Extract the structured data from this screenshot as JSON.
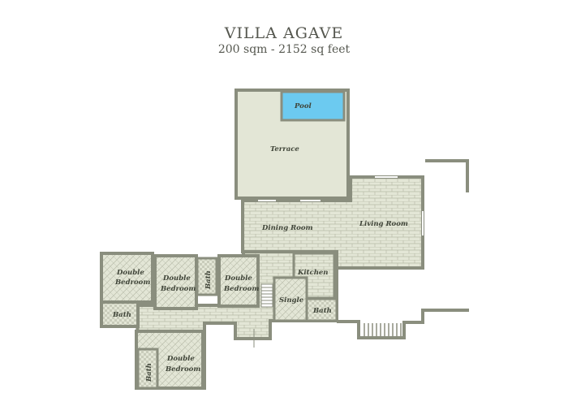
{
  "header": {
    "title": "VILLA AGAVE",
    "subtitle": "200 sqm - 2152 sq feet"
  },
  "labels": {
    "pool": "Pool",
    "terrace": "Terrace",
    "dining": "Dining Room",
    "living": "Living Room",
    "kitchen": "Kitchen",
    "single": "Single",
    "bed_left": "Double Bedroom",
    "bed_left_l1": "Double",
    "bed_left_l2": "Bedroom",
    "bed_mid_l1": "Double",
    "bed_mid_l2": "Bedroom",
    "bed_right_l1": "Double",
    "bed_right_l2": "Bedroom",
    "bed_bottom_l1": "Double",
    "bed_bottom_l2": "Bedroom",
    "bath_mid": "Bath",
    "bath_left": "Bath",
    "bath_kitchen": "Bath",
    "bath_bottom": "Bath"
  },
  "colors": {
    "wall": "#8a8e7e",
    "floor": "#e3e6d6",
    "tile_line": "#b9bdaa",
    "pool": "#6ccaf0",
    "title": "#55574f"
  }
}
